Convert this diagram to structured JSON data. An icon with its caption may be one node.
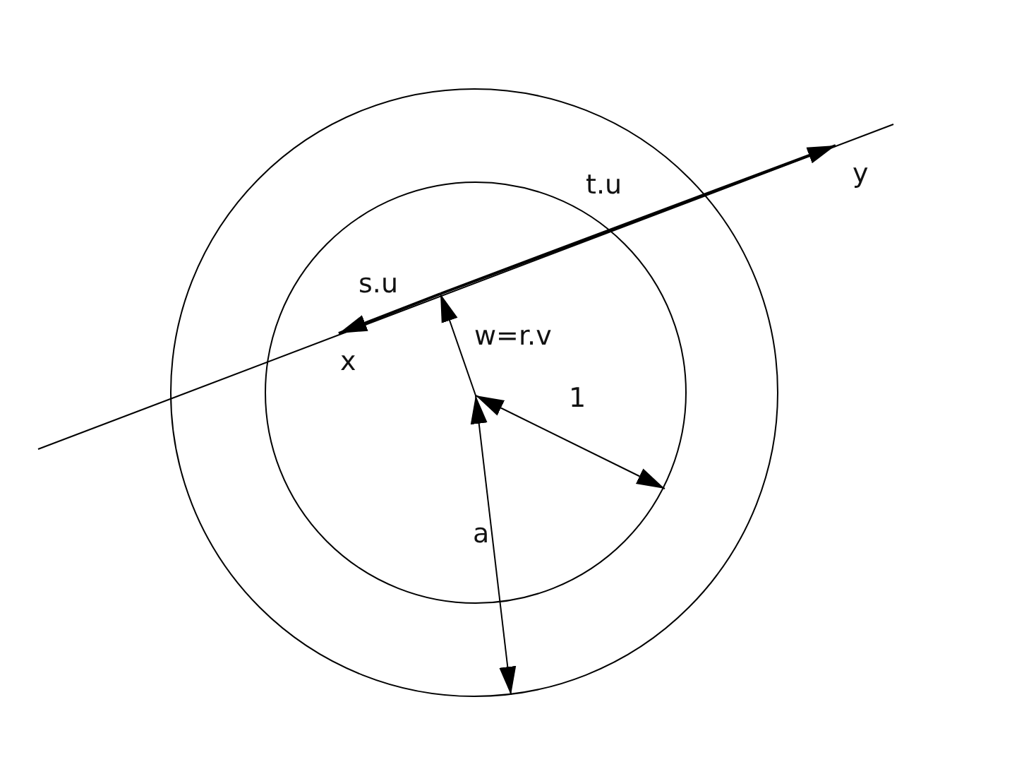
{
  "diagram": {
    "labels": [
      "y",
      "t.u",
      "s.u",
      "x",
      "w=r.v",
      "1",
      "a"
    ]
  }
}
